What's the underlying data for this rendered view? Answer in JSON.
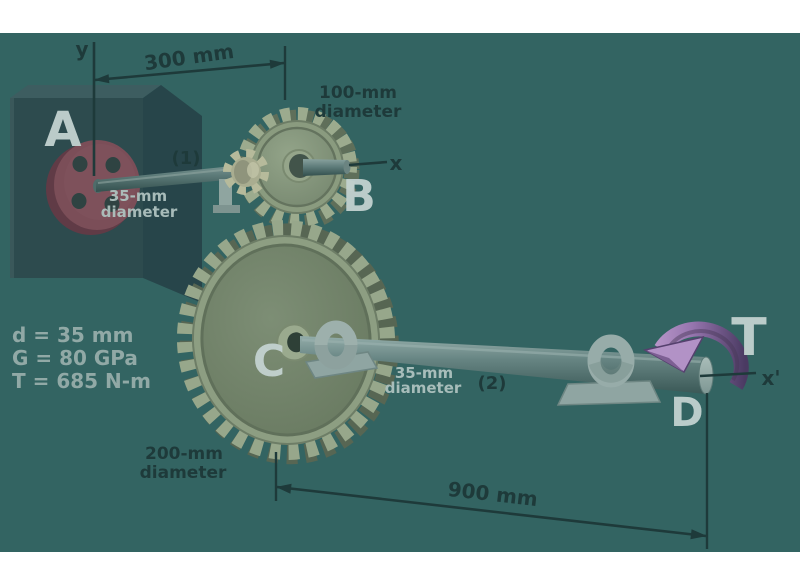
{
  "scene": {
    "description": "3D torsion problem diagram: two shafts with meshing gears",
    "background_color": "#336462",
    "letterbox_color": "#ffffff"
  },
  "labels": {
    "support": "A",
    "gear_small": "B",
    "gear_large": "C",
    "bearing_end": "D",
    "torque": "T",
    "axis_x": "x",
    "axis_x_prime": "x'",
    "axis_y": "y",
    "shaft1": "(1)",
    "shaft2": "(2)"
  },
  "dimensions": {
    "top_length": "300 mm",
    "bottom_length": "900 mm",
    "gear_small_diameter_line1": "100-mm",
    "gear_small_diameter_line2": "diameter",
    "gear_large_diameter_line1": "200-mm",
    "gear_large_diameter_line2": "diameter",
    "shaft1_diameter_line1": "35-mm",
    "shaft1_diameter_line2": "diameter",
    "shaft2_diameter_line1": "35-mm",
    "shaft2_diameter_line2": "diameter"
  },
  "parameters": {
    "d": "d = 35 mm",
    "g": "G = 80 GPa",
    "t": "T = 685 N-m"
  },
  "colors": {
    "background": "#336462",
    "support_front": "#2d4b4e",
    "support_top": "#3d5d60",
    "support_side": "#27454a",
    "flange": "#7b4e58",
    "gear_body": "#8d9e82",
    "gear_face": "#73846c",
    "shaft": "#5f7d7b",
    "bearing": "#8fa5a2",
    "torque_arrow": "#b292c6",
    "annotation": "#1e3a3a",
    "light_text": "#aec2bf"
  }
}
